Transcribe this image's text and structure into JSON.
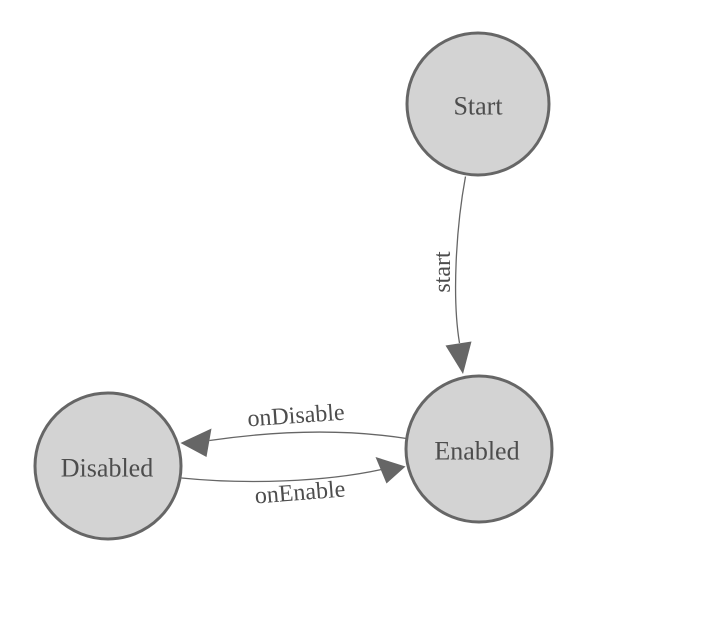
{
  "diagram": {
    "type": "state-machine",
    "colors": {
      "background": "#ffffff",
      "node_fill": "#d3d3d3",
      "node_stroke": "#666666",
      "edge_stroke": "#666666",
      "arrowhead_fill": "#666666",
      "label_text": "#4d4d4d"
    },
    "nodes": [
      {
        "label": "Start"
      },
      {
        "label": "Enabled"
      },
      {
        "label": "Disabled"
      }
    ],
    "edges": [
      {
        "label": "start",
        "from": "Start",
        "to": "Enabled"
      },
      {
        "label": "onDisable",
        "from": "Enabled",
        "to": "Disabled"
      },
      {
        "label": "onEnable",
        "from": "Disabled",
        "to": "Enabled"
      }
    ]
  }
}
